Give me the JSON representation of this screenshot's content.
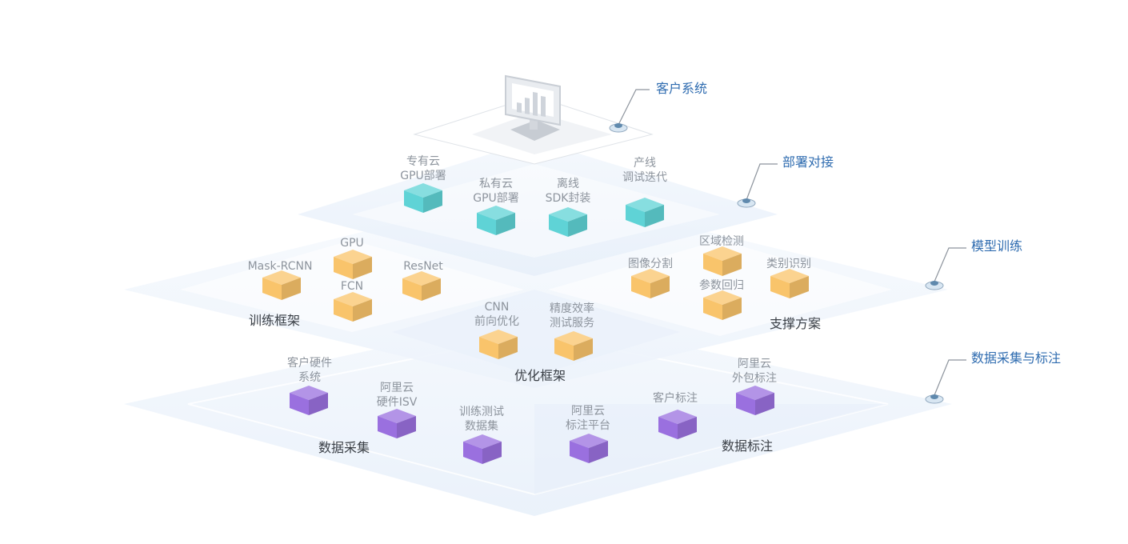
{
  "layers": {
    "customer_system": "客户系统",
    "deployment": "部署对接",
    "model_training": "模型训练",
    "data_collection_annotation": "数据采集与标注"
  },
  "deploy_items": [
    {
      "label": "专有云\nGPU部署"
    },
    {
      "label": "私有云\nGPU部署"
    },
    {
      "label": "离线\nSDK封装"
    },
    {
      "label": "产线\n调试迭代"
    }
  ],
  "training_framework": {
    "title": "训练框架",
    "items": [
      {
        "label": "Mask-RCNN"
      },
      {
        "label": "GPU"
      },
      {
        "label": "ResNet"
      },
      {
        "label": "FCN"
      }
    ]
  },
  "support_solution": {
    "title": "支撑方案",
    "items": [
      {
        "label": "区域检测"
      },
      {
        "label": "图像分割"
      },
      {
        "label": "类别识别"
      },
      {
        "label": "参数回归"
      }
    ]
  },
  "optimization_framework": {
    "title": "优化框架",
    "items": [
      {
        "label": "CNN\n前向优化"
      },
      {
        "label": "精度效率\n测试服务"
      }
    ]
  },
  "data_collection": {
    "title": "数据采集",
    "items": [
      {
        "label": "客户硬件\n系统"
      },
      {
        "label": "阿里云\n硬件ISV"
      },
      {
        "label": "训练测试\n数据集"
      }
    ]
  },
  "data_annotation": {
    "title": "数据标注",
    "items": [
      {
        "label": "阿里云\n标注平台"
      },
      {
        "label": "客户标注"
      },
      {
        "label": "阿里云\n外包标注"
      }
    ]
  },
  "colors": {
    "teal": "#5fd3d6",
    "orange": "#f9c46b",
    "purple": "#9a70df",
    "side_label": "#2f6cb0",
    "group_label": "#3a3f46",
    "item_label": "#8d949d"
  },
  "icons": {
    "monitor": "monitor-chart-icon",
    "marker": "layer-marker-icon"
  }
}
